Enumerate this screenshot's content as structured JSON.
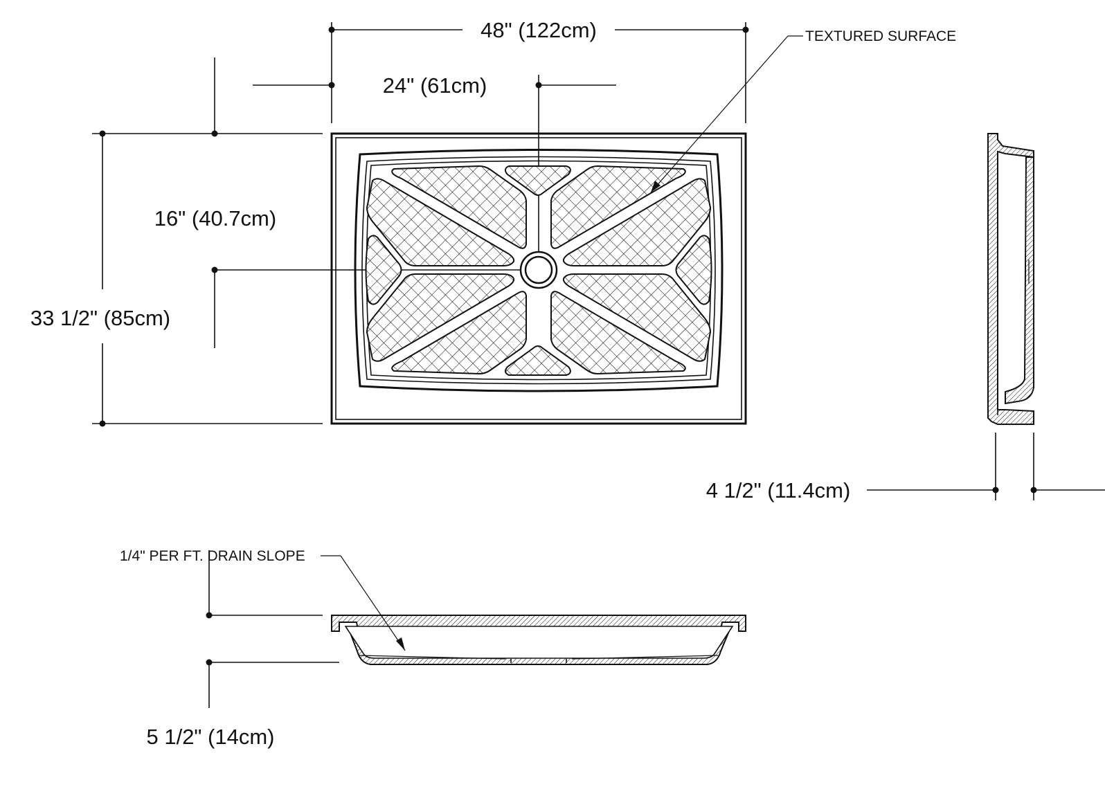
{
  "dimensions": {
    "overall_width": "48\" (122cm)",
    "drain_offset_width": "24\" (61cm)",
    "drain_offset_depth": "16\" (40.7cm)",
    "overall_depth": "33 1/2\" (85cm)",
    "side_flange_width": "4 1/2\" (11.4cm)",
    "overall_height": "5 1/2\" (14cm)"
  },
  "notes": {
    "textured_surface": "TEXTURED SURFACE",
    "drain_slope": "1/4\" PER FT. DRAIN SLOPE"
  },
  "colors": {
    "ink": "#111111",
    "paper": "#ffffff"
  }
}
